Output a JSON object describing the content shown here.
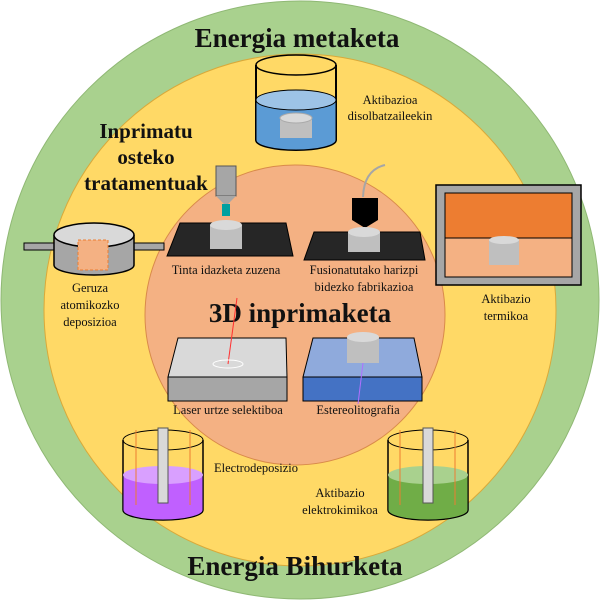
{
  "rings": {
    "outer_title_top": "Energia metaketa",
    "outer_title_bottom": "Energia Bihurketa",
    "middle_title": [
      "Inprimatu",
      "osteko",
      "tratamentuak"
    ],
    "inner_title": "3D inprimaketa"
  },
  "methods_3d": {
    "diw": "Tinta idazketa zuzena",
    "fff": [
      "Fusionatutako harizpi",
      "bidezko  fabrikazioa"
    ],
    "sls": "Laser urtze selektiboa",
    "sla": "Estereolitografia"
  },
  "post_treatments": {
    "solvent": [
      "Aktibazioa",
      "disolbatzaileekin"
    ],
    "thermal": [
      "Aktibazio",
      "termikoa"
    ],
    "ald": [
      "Geruza",
      "atomikozko",
      "deposizioa"
    ],
    "electrodeposition": "Electrodeposizio",
    "electrochemical": [
      "Aktibazio",
      "elektrokimikoa"
    ]
  },
  "colors": {
    "outer": "#a9d18e",
    "middle": "#ffd966",
    "inner": "#f4b183"
  }
}
